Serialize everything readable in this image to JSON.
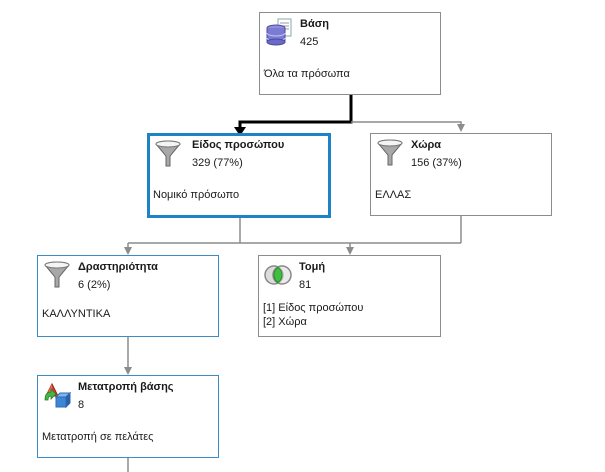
{
  "nodes": {
    "base": {
      "title": "Βάση",
      "count": "425",
      "desc": "Όλα τα πρόσωπα",
      "icon": "database-icon"
    },
    "person_type": {
      "title": "Είδος προσώπου",
      "count": "329 (77%)",
      "desc": "Νομικό πρόσωπο",
      "icon": "funnel-icon",
      "selected": true
    },
    "country": {
      "title": "Χώρα",
      "count": "156 (37%)",
      "desc": "ΕΛΛΑΣ",
      "icon": "funnel-icon"
    },
    "activity": {
      "title": "Δραστηριότητα",
      "count": "6 (2%)",
      "desc": "ΚΑΛΛΥΝΤΙΚΑ",
      "icon": "funnel-icon"
    },
    "intersection": {
      "title": "Τομή",
      "count": "81",
      "desc1": "[1] Είδος προσώπου",
      "desc2": "[2] Χώρα",
      "icon": "intersection-icon"
    },
    "convert": {
      "title": "Μετατροπή βάσης",
      "count": "8",
      "desc": "Μετατροπή σε πελάτες",
      "icon": "convert-shapes-icon"
    }
  },
  "colors": {
    "selected_border": "#1b83c6",
    "child_border": "#3b8dc9",
    "default_border": "#8c8c8c",
    "edge": "#8c8c8c",
    "active_edge": "#000000"
  }
}
